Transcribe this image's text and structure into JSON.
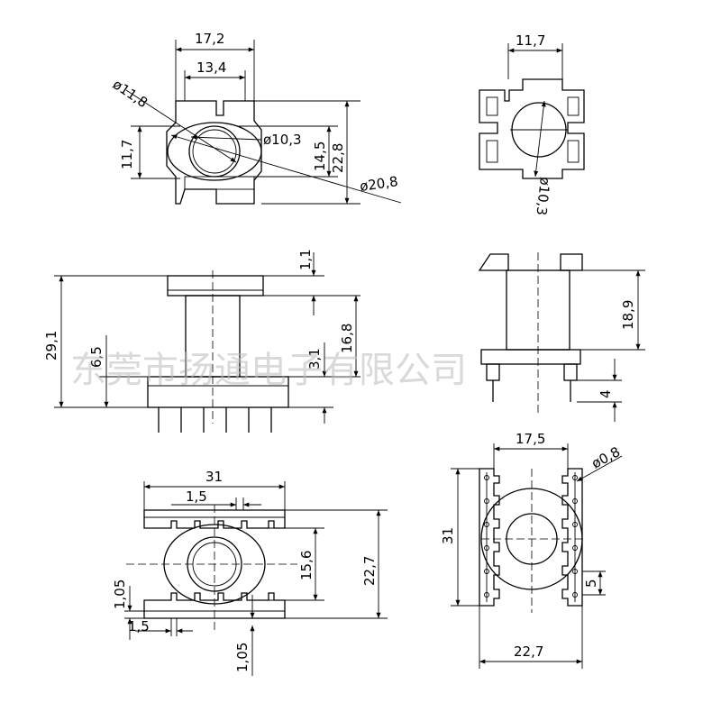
{
  "watermark": "东莞市扬通电子有限公司",
  "top_left_view": {
    "dim_width_outer": "17,2",
    "dim_width_inner": "13,4",
    "dim_dia_11_8": "ø11,8",
    "dim_dia_10_3": "ø10,3",
    "dim_dia_20_8": "ø20,8",
    "dim_h_11_7": "11,7",
    "dim_h_14_5": "14,5",
    "dim_h_22_8": "22,8"
  },
  "top_right_view": {
    "dim_width": "11,7",
    "dim_dia_10_3": "ø10,3"
  },
  "mid_left_view": {
    "dim_29_1": "29,1",
    "dim_6_5": "6,5",
    "dim_1_1": "1,1",
    "dim_16_8": "16,8",
    "dim_3_1": "3,1"
  },
  "mid_right_view": {
    "dim_18_9": "18,9",
    "dim_4": "4"
  },
  "bottom_left_view": {
    "dim_31": "31",
    "dim_pitch_1_5": "1,5",
    "dim_15_6": "15,6",
    "dim_22_7": "22,7",
    "dim_1_05_left": "1,05",
    "dim_1_5_bottom": "1,5",
    "dim_1_05_bottom": "1,05"
  },
  "bottom_right_view": {
    "dim_17_5": "17,5",
    "dim_dia_0_8": "ø0,8",
    "dim_31": "31",
    "dim_5": "5",
    "dim_22_7": "22,7"
  }
}
